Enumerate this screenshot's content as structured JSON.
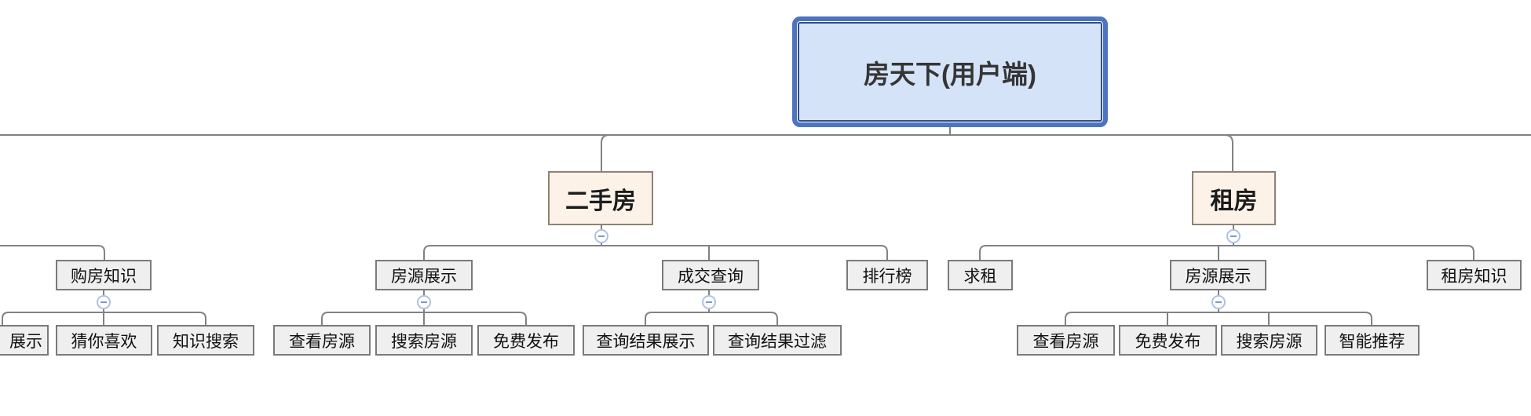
{
  "mindmap": {
    "root": {
      "label": "房天下(用户端)",
      "selected": true
    },
    "branches": [
      {
        "children": [
          {
            "label": "购房知识",
            "children": [
              {
                "label": "展示",
                "clipped_left": true
              },
              {
                "label": "猜你喜欢"
              },
              {
                "label": "知识搜索"
              }
            ]
          }
        ]
      },
      {
        "label": "二手房",
        "children": [
          {
            "label": "房源展示",
            "children": [
              {
                "label": "查看房源"
              },
              {
                "label": "搜索房源"
              },
              {
                "label": "免费发布"
              }
            ]
          },
          {
            "label": "成交查询",
            "children": [
              {
                "label": "查询结果展示"
              },
              {
                "label": "查询结果过滤"
              }
            ]
          },
          {
            "label": "排行榜",
            "children": []
          }
        ]
      },
      {
        "label": "租房",
        "children": [
          {
            "label": "求租",
            "children": []
          },
          {
            "label": "房源展示",
            "children": [
              {
                "label": "查看房源"
              },
              {
                "label": "免费发布"
              },
              {
                "label": "搜索房源"
              },
              {
                "label": "智能推荐"
              }
            ]
          },
          {
            "label": "租房知识",
            "children": []
          }
        ]
      }
    ]
  },
  "icons": {
    "collapse": "minus-circle-icon"
  },
  "colors": {
    "selection_ring": "#4d74c0",
    "root_fill": "#d5e3f8",
    "root_border": "#32507e",
    "branch_fill": "#fcf2e8",
    "branch_border": "#8d8373",
    "node_fill": "#f0efef",
    "node_border": "#7a7a7a",
    "connector": "#828282",
    "collapse_ring": "#aec2e8",
    "collapse_minus": "#7c99ce"
  }
}
